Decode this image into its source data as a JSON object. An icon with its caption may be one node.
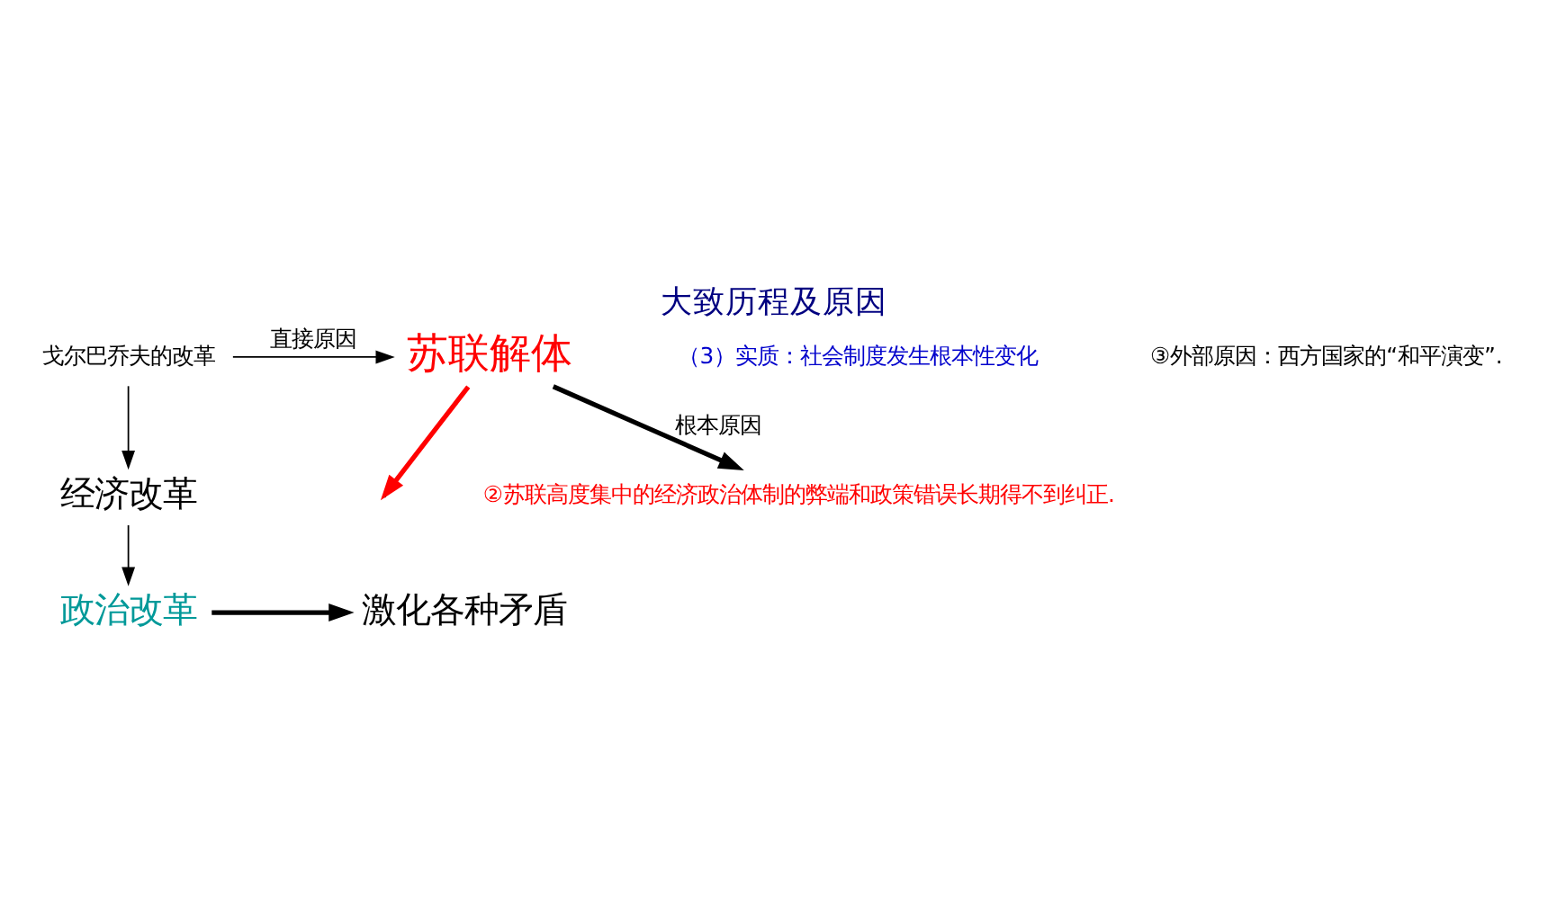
{
  "diagram": {
    "title": "大致历程及原因",
    "nodes": [
      {
        "text": [
          "苏联解体"
        ]
      },
      {
        "text": [
          "戈尔巴乔夫的改革"
        ]
      },
      {
        "text": [
          "经济改革"
        ]
      },
      {
        "text": [
          "政治改革"
        ]
      },
      {
        "text": [
          "激化各种矛盾"
        ]
      },
      {
        "text": [
          "②苏联高度集中的经济政治体制的弊端和政策错误长期得不到纠正."
        ]
      }
    ],
    "edges": [
      {
        "from": 1,
        "to": 0,
        "arrow": "to",
        "label": "直接原因"
      },
      {
        "from": 1,
        "to": 2,
        "arrow": "to"
      },
      {
        "from": 2,
        "to": 3,
        "arrow": "to"
      },
      {
        "from": 3,
        "to": 4,
        "arrow": "to",
        "style": "thick"
      },
      {
        "from": 0,
        "to": 5,
        "arrow": "to",
        "label": "根本原因",
        "style": "thick"
      },
      {
        "from": 0,
        "to": null,
        "arrow": "to",
        "style": "thick",
        "color": "#ff0000"
      }
    ],
    "labels": [
      "（3）实质：社会制度发生根本性变化",
      "③外部原因：西方国家的“和平演变”."
    ]
  }
}
